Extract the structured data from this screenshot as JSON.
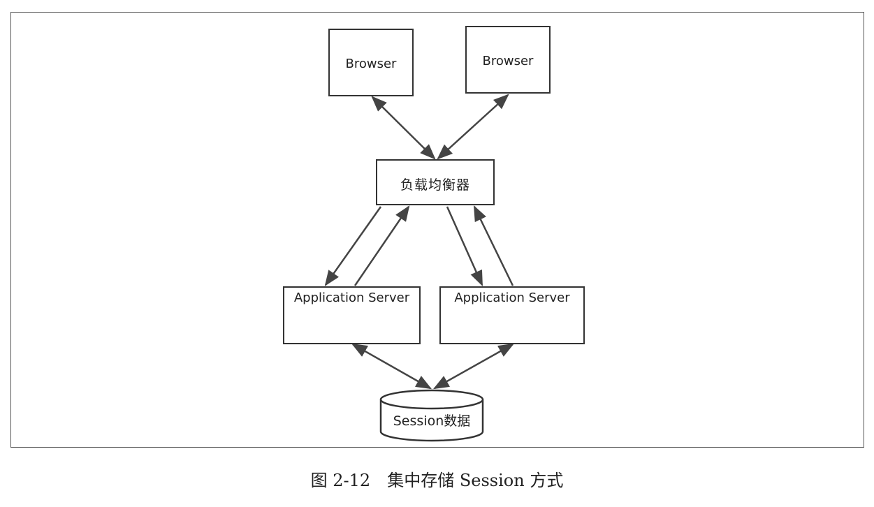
{
  "nodes": {
    "browser_left": "Browser",
    "browser_right": "Browser",
    "load_balancer": "负载均衡器",
    "app_server_left": "Application Server",
    "app_server_right": "Application Server",
    "session_store": "Session数据"
  },
  "caption": "图 2-12　集中存储 Session 方式"
}
